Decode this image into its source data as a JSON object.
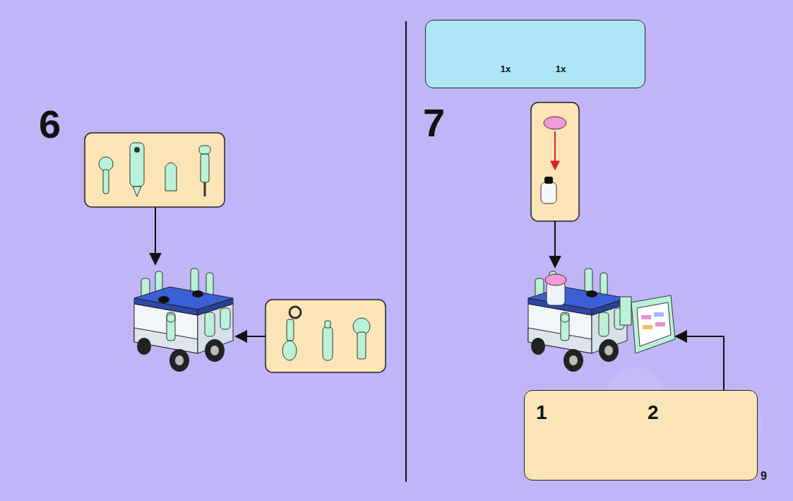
{
  "diagram": {
    "nodes": [
      {
        "text": [
          "1x",
          "1x"
        ]
      },
      {
        "text": [
          "1",
          "2"
        ]
      }
    ],
    "labels": [
      "6",
      "7",
      "9"
    ]
  }
}
